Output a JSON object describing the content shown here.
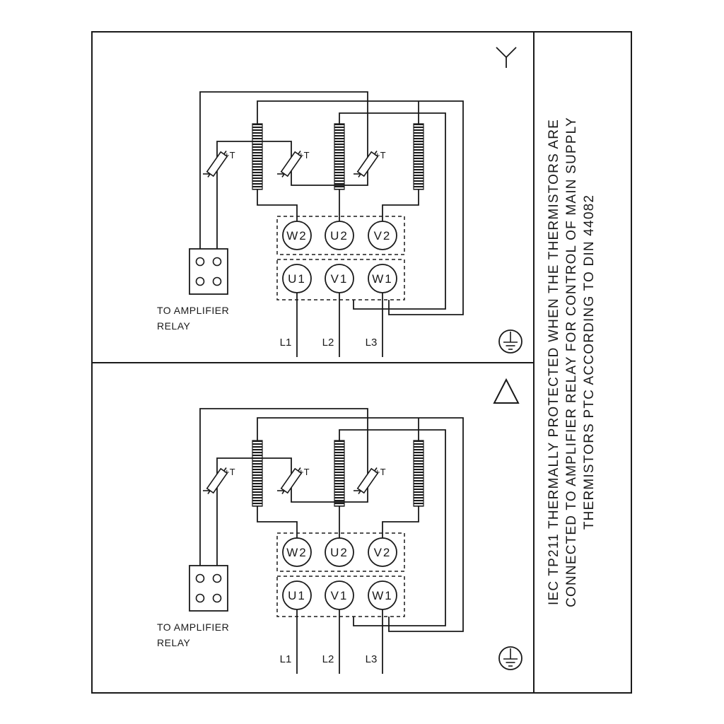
{
  "diagram": {
    "background": "#ffffff",
    "line_color": "#1a1a1a",
    "side_note": [
      "IEC TP211 THERMALLY PROTECTED WHEN THE THERMISTORS ARE",
      "CONNECTED TO AMPLIFIER RELAY FOR CONTROL OF MAIN SUPPLY",
      "THERMISTORS PTC ACCORDING TO DIN 44082"
    ],
    "panels": [
      {
        "id": "star",
        "connection": "star",
        "thermistor_labels": [
          "+T",
          "+T",
          "+T"
        ],
        "terminal_top_row": [
          "W2",
          "U2",
          "V2"
        ],
        "terminal_bottom_row": [
          "U1",
          "V1",
          "W1"
        ],
        "supply_labels": [
          "L1",
          "L2",
          "L3"
        ],
        "relay_caption_line1": "TO AMPLIFIER",
        "relay_caption_line2": "RELAY"
      },
      {
        "id": "delta",
        "connection": "delta",
        "thermistor_labels": [
          "+T",
          "+T",
          "+T"
        ],
        "terminal_top_row": [
          "W2",
          "U2",
          "V2"
        ],
        "terminal_bottom_row": [
          "U1",
          "V1",
          "W1"
        ],
        "supply_labels": [
          "L1",
          "L2",
          "L3"
        ],
        "relay_caption_line1": "TO AMPLIFIER",
        "relay_caption_line2": "RELAY"
      }
    ]
  }
}
